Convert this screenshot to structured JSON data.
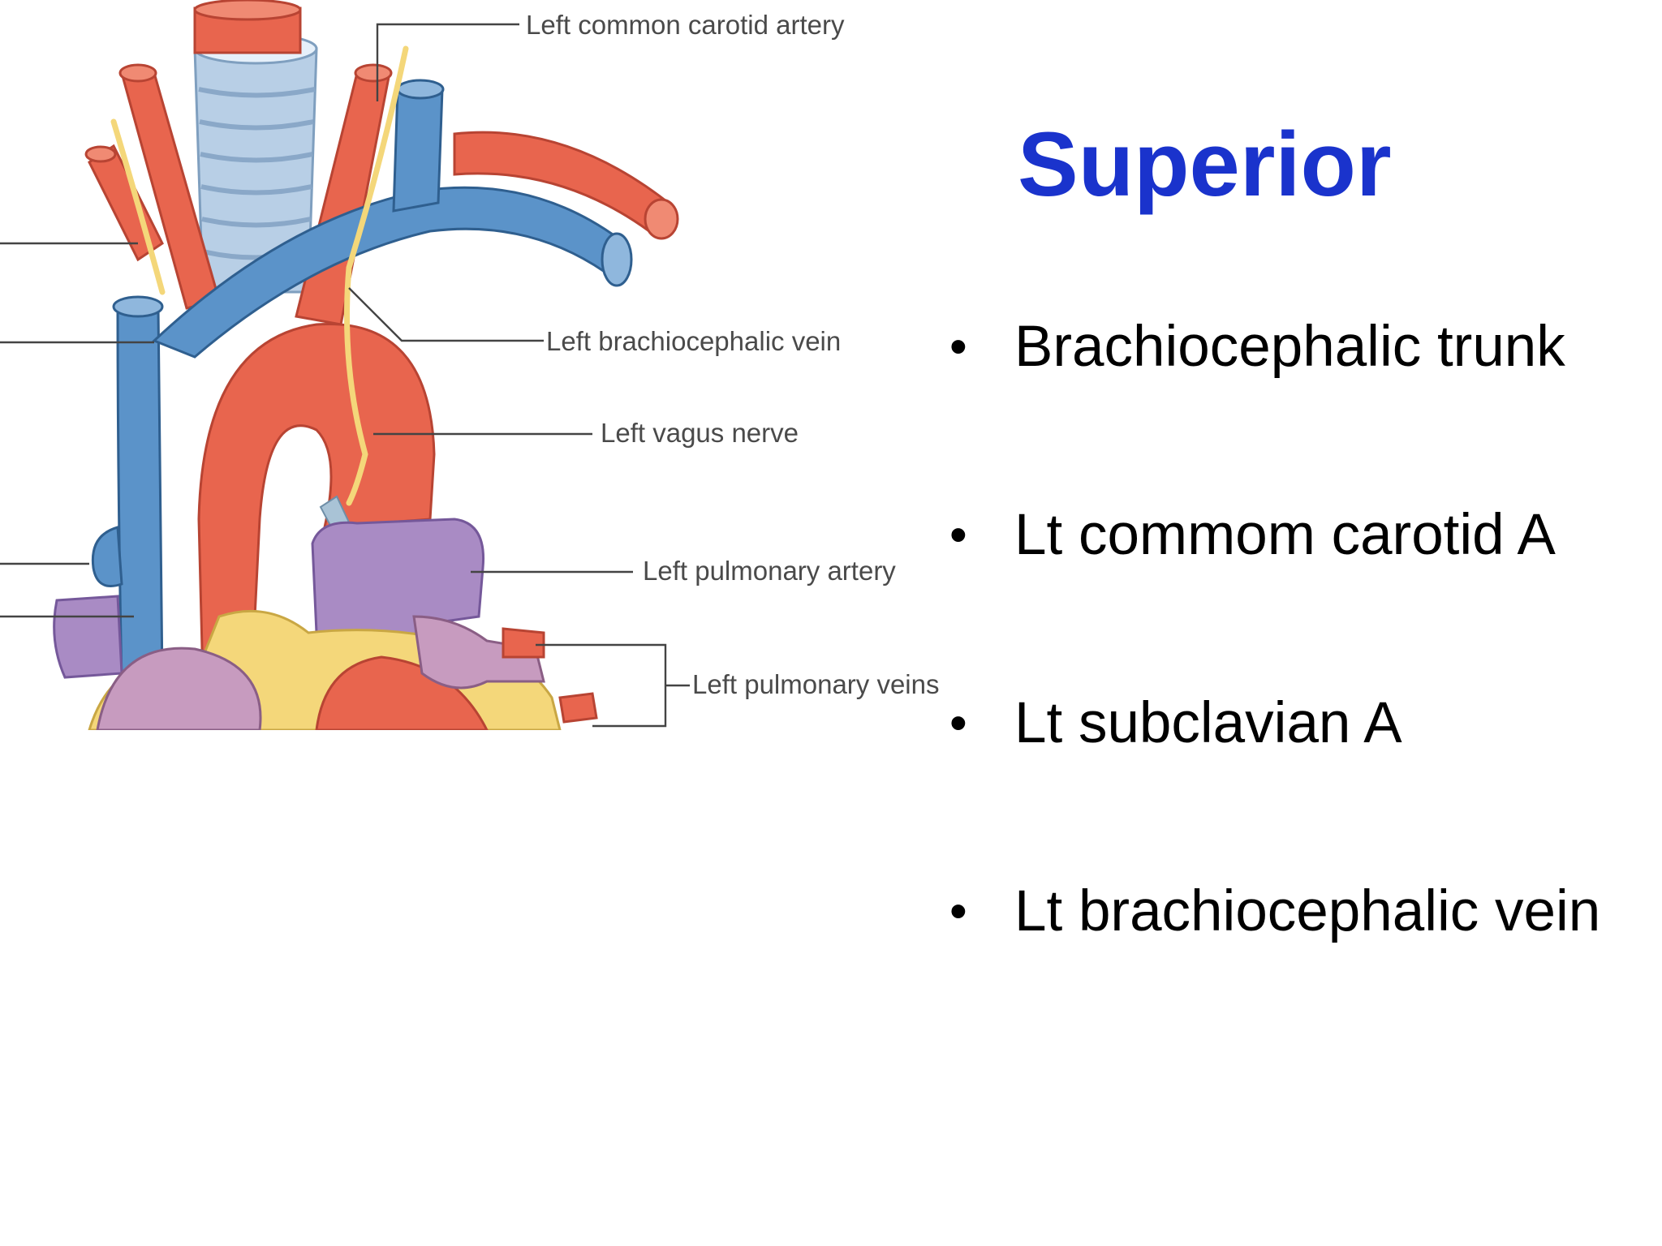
{
  "slide": {
    "title": "Superior",
    "bullets": [
      "Brachiocephalic trunk",
      "Lt commom carotid A",
      "Lt subclavian A",
      "Lt brachiocephalic vein"
    ],
    "bullet_glyph": "•"
  },
  "figure": {
    "labels": {
      "left_common_carotid_artery": "Left common carotid artery",
      "left_brachiocephalic_vein": "Left brachiocephalic vein",
      "left_vagus_nerve": "Left vagus nerve",
      "left_pulmonary_artery": "Left pulmonary artery",
      "left_pulmonary_veins": "Left pulmonary veins"
    }
  },
  "colors": {
    "title": "#1a33cc",
    "artery": "#e8654e",
    "vein": "#5b93c9",
    "nerve": "#f4d77a",
    "pulmonary": "#a98bc4",
    "trachea": "#b8cfe6"
  }
}
